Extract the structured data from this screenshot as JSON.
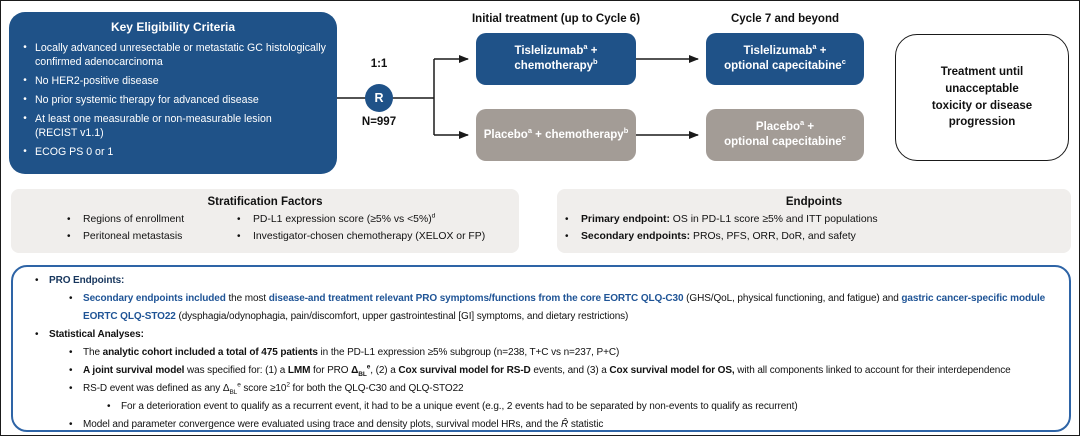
{
  "colors": {
    "navy_box": "#1F5288",
    "gray_box": "#A39C96",
    "panel_gray": "#F0EEEC",
    "blue_text": "#1F5496",
    "navy_text": "#17365D",
    "notes_border_blue": "#2E64A6",
    "line_black": "#1a1a1a"
  },
  "eligibility": {
    "title": "Key Eligibility Criteria",
    "items": [
      "Locally advanced unresectable or metastatic GC histologically\nconfirmed adenocarcinoma",
      "No HER2-positive disease",
      "No prior systemic therapy for advanced disease",
      "At least one measurable or non-measurable lesion\n(RECIST v1.1)",
      "ECOG PS 0 or 1"
    ]
  },
  "randomization": {
    "ratio": "1:1",
    "symbol": "R",
    "n": "N=997"
  },
  "headers": {
    "initial": "Initial treatment (up to Cycle 6)",
    "cycle7": "Cycle 7 and beyond"
  },
  "arms": {
    "tis_initial": {
      "lines": [
        [
          {
            "t": "Tislelizumab"
          },
          {
            "t": "a",
            "sup": true
          },
          {
            "t": " +"
          }
        ],
        [
          {
            "t": "chemotherapy"
          },
          {
            "t": "b",
            "sup": true
          }
        ]
      ]
    },
    "placebo_initial": {
      "lines": [
        [
          {
            "t": "Placebo"
          },
          {
            "t": "a",
            "sup": true
          },
          {
            "t": " + chemotherapy"
          },
          {
            "t": "b",
            "sup": true
          }
        ]
      ]
    },
    "tis_cycle7": {
      "lines": [
        [
          {
            "t": "Tislelizumab"
          },
          {
            "t": "a",
            "sup": true
          },
          {
            "t": " +"
          }
        ],
        [
          {
            "t": "optional capecitabine"
          },
          {
            "t": "c",
            "sup": true
          }
        ]
      ]
    },
    "placebo_cycle7": {
      "lines": [
        [
          {
            "t": "Placebo"
          },
          {
            "t": "a",
            "sup": true
          },
          {
            "t": " +"
          }
        ],
        [
          {
            "t": "optional capecitabine"
          },
          {
            "t": "c",
            "sup": true
          }
        ]
      ]
    }
  },
  "outcome_box": {
    "text": "Treatment until unacceptable\ntoxicity or disease progression"
  },
  "stratification": {
    "title": "Stratification Factors",
    "col1": [
      "Regions of enrollment",
      "Peritoneal metastasis"
    ],
    "col2": [
      [
        {
          "t": "PD-L1 expression score (≥5% vs <5%)"
        },
        {
          "t": "d",
          "sup": true
        }
      ],
      [
        {
          "t": "Investigator-chosen chemotherapy (XELOX or FP)"
        }
      ]
    ]
  },
  "endpoints": {
    "title": "Endpoints",
    "items": [
      [
        {
          "t": "Primary endpoint:",
          "b": true
        },
        {
          "t": " OS in PD-L1 score ≥5% and ITT populations"
        }
      ],
      [
        {
          "t": "Secondary endpoints:",
          "b": true
        },
        {
          "t": " PROs, PFS, ORR, DoR, and safety"
        }
      ]
    ]
  },
  "notes": {
    "lines": [
      {
        "level": 1,
        "segments": [
          {
            "t": "PRO Endpoints:",
            "b": true,
            "c": "navy"
          }
        ]
      },
      {
        "level": 2,
        "segments": [
          {
            "t": "Secondary endpoints included",
            "b": true,
            "c": "blue"
          },
          {
            "t": " the most "
          },
          {
            "t": "disease-and treatment relevant PRO symptoms/functions from the core EORTC QLQ-C30",
            "b": true,
            "c": "blue"
          },
          {
            "t": " (GHS/QoL, physical functioning, and fatigue) and "
          },
          {
            "t": "gastric cancer-specific module EORTC QLQ-STO22",
            "b": true,
            "c": "blue"
          },
          {
            "t": " (dysphagia/odynophagia, pain/discomfort, upper gastrointestinal [GI] symptoms, and dietary restrictions)"
          }
        ]
      },
      {
        "level": 1,
        "segments": [
          {
            "t": "Statistical Analyses:",
            "b": true
          }
        ]
      },
      {
        "level": 2,
        "segments": [
          {
            "t": "The "
          },
          {
            "t": "analytic cohort included a total of 475 patients",
            "b": true
          },
          {
            "t": " in the PD-L1 expression ≥5% subgroup (n=238, T+C vs n=237, P+C)"
          }
        ]
      },
      {
        "level": 2,
        "segments": [
          {
            "t": "A joint survival model",
            "b": true
          },
          {
            "t": " was specified for: (1) a "
          },
          {
            "t": "LMM",
            "b": true
          },
          {
            "t": " for PRO "
          },
          {
            "t": "Δ",
            "b": true
          },
          {
            "t": "BL",
            "sub": true,
            "b": true
          },
          {
            "t": "e",
            "sup": true,
            "b": true
          },
          {
            "t": ", (2) a "
          },
          {
            "t": "Cox survival model for RS-D",
            "b": true
          },
          {
            "t": " events, and (3) a "
          },
          {
            "t": "Cox survival model for OS,",
            "b": true
          },
          {
            "t": " with all components linked to account for their interdependence"
          }
        ]
      },
      {
        "level": 2,
        "segments": [
          {
            "t": "RS-D event was defined as any Δ"
          },
          {
            "t": "BL",
            "sub": true
          },
          {
            "t": "e",
            "sup": true
          },
          {
            "t": " score ≥10"
          },
          {
            "t": "2",
            "sup": true
          },
          {
            "t": " for both the QLQ-C30 and QLQ-STO22"
          }
        ]
      },
      {
        "level": 3,
        "segments": [
          {
            "t": "For a deterioration event to qualify as a recurrent event, it had to be a unique event (e.g., 2 events had to be separated by non-events to qualify as recurrent)"
          }
        ]
      },
      {
        "level": 2,
        "segments": [
          {
            "t": "Model and parameter convergence were evaluated using trace and density plots, survival model HRs, and the "
          },
          {
            "t": "R̂",
            "i": true
          },
          {
            "t": " statistic"
          }
        ]
      }
    ]
  }
}
